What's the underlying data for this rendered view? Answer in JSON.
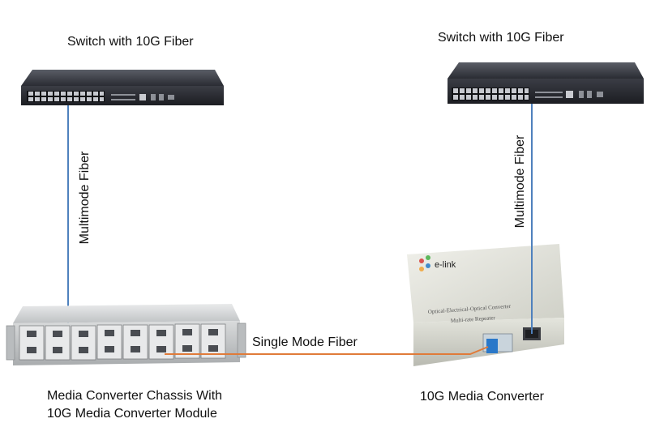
{
  "labels": {
    "switch_left": "Switch with 10G Fiber",
    "switch_right": "Switch with 10G Fiber",
    "link_left": "Multimode  Fiber",
    "link_right": "Multimode  Fiber",
    "link_middle": "Single Mode Fiber",
    "chassis_caption_line1": "Media Converter Chassis With",
    "chassis_caption_line2": "10G Media Converter Module",
    "converter_caption": "10G Media Converter"
  },
  "converter_device": {
    "brand": "e-link",
    "panel_text_line1": "Optical-Electrical-Optical Converter",
    "panel_text_line2": "Multi-rate Repeater"
  },
  "colors": {
    "multimode_fiber": "#4f81bd",
    "single_mode_fiber": "#e07b39",
    "switch_body": "#2c2e35",
    "chassis_body": "#cfd2d4",
    "converter_body": "#dedfd6"
  }
}
